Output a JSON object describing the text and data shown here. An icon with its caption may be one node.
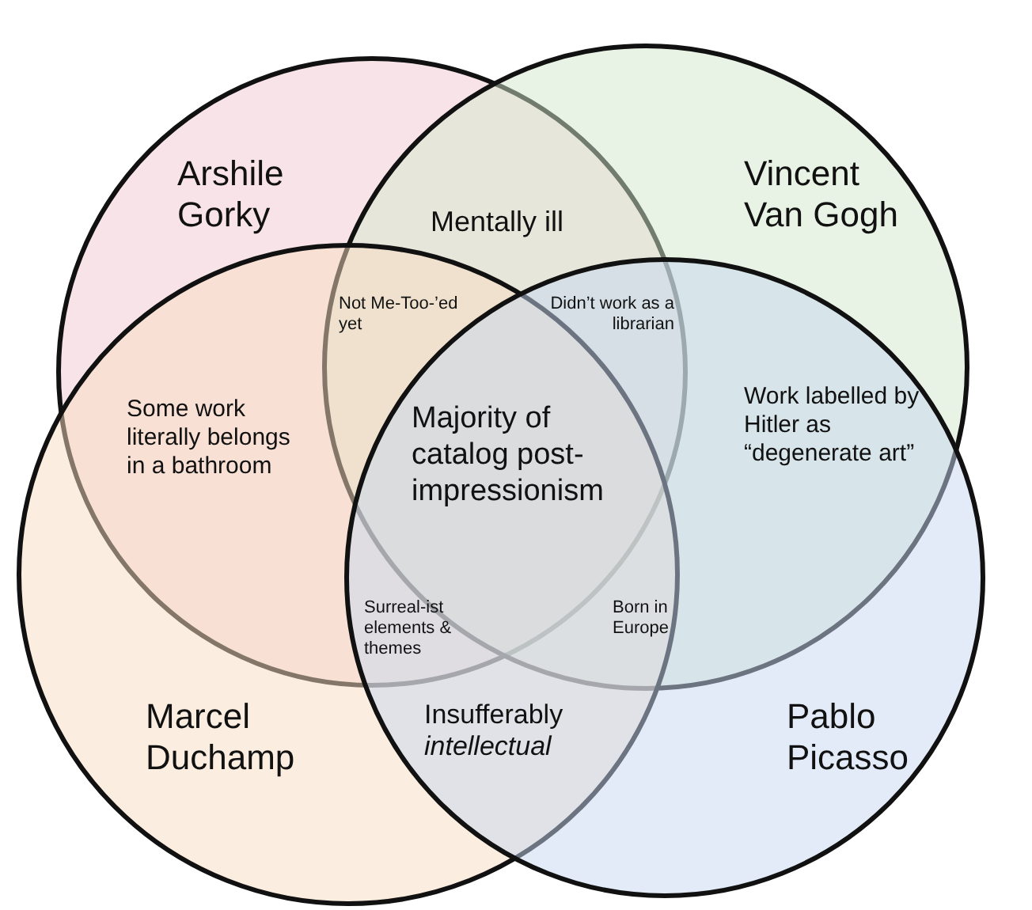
{
  "diagram": {
    "nodes": [
      {
        "text": [
          "Arshile Gorky"
        ]
      },
      {
        "text": [
          "Vincent Van Gogh"
        ]
      },
      {
        "text": [
          "Marcel Duchamp"
        ]
      },
      {
        "text": [
          "Pablo Picasso"
        ]
      }
    ],
    "labels": [
      "Mentally ill",
      "Not Me-Too-’ed yet",
      "Didn’t work as a librarian",
      "Some work literally belongs in a bathroom",
      "Majority of catalog post-impressionism",
      "Work labelled by Hitler as “degenerate art”",
      "Surreal-ist elements & themes",
      "Born in Europe",
      "Insufferably *intellectual*"
    ]
  }
}
